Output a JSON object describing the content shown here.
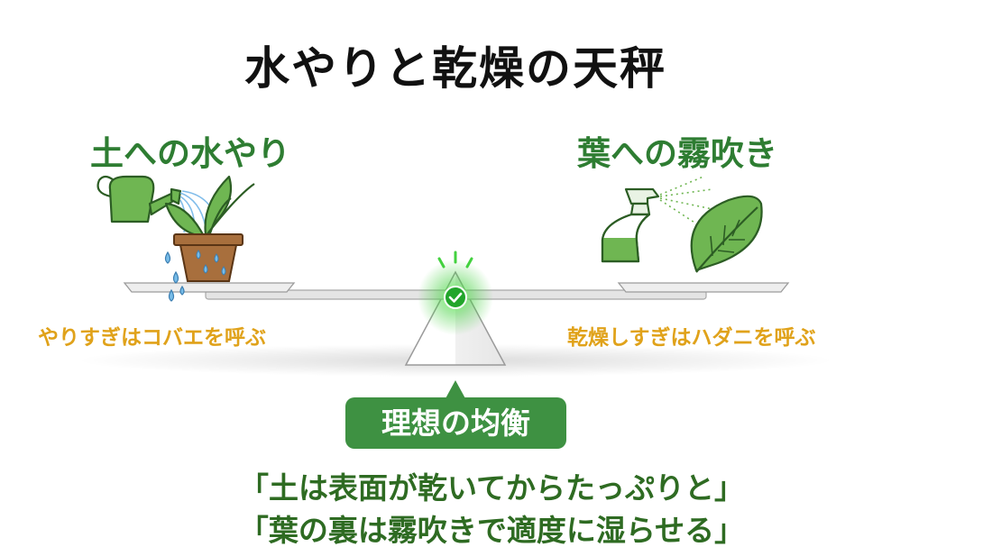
{
  "title": "水やりと乾燥の天秤",
  "left": {
    "title": "土への水やり",
    "warning": "やりすぎはコバエを呼ぶ",
    "icons": [
      "watering-can-icon",
      "potted-plant-icon",
      "water-drops-icon"
    ]
  },
  "right": {
    "title": "葉への霧吹き",
    "warning": "乾燥しすぎはハダニを呼ぶ",
    "icons": [
      "spray-bottle-icon",
      "leaf-icon"
    ]
  },
  "balance": {
    "label": "理想の均衡",
    "fulcrum_icon": "check-icon"
  },
  "quotes": [
    "「土は表面が乾いてからたっぷりと」",
    "「葉の裏は霧吹きで適度に湿らせる」"
  ],
  "colors": {
    "title": "#111111",
    "heading_green": "#2e7d32",
    "warning_gold": "#e0a21a",
    "badge_green": "#3e9142",
    "quote_green": "#2e6b22",
    "glow_green": "#43d13f"
  }
}
